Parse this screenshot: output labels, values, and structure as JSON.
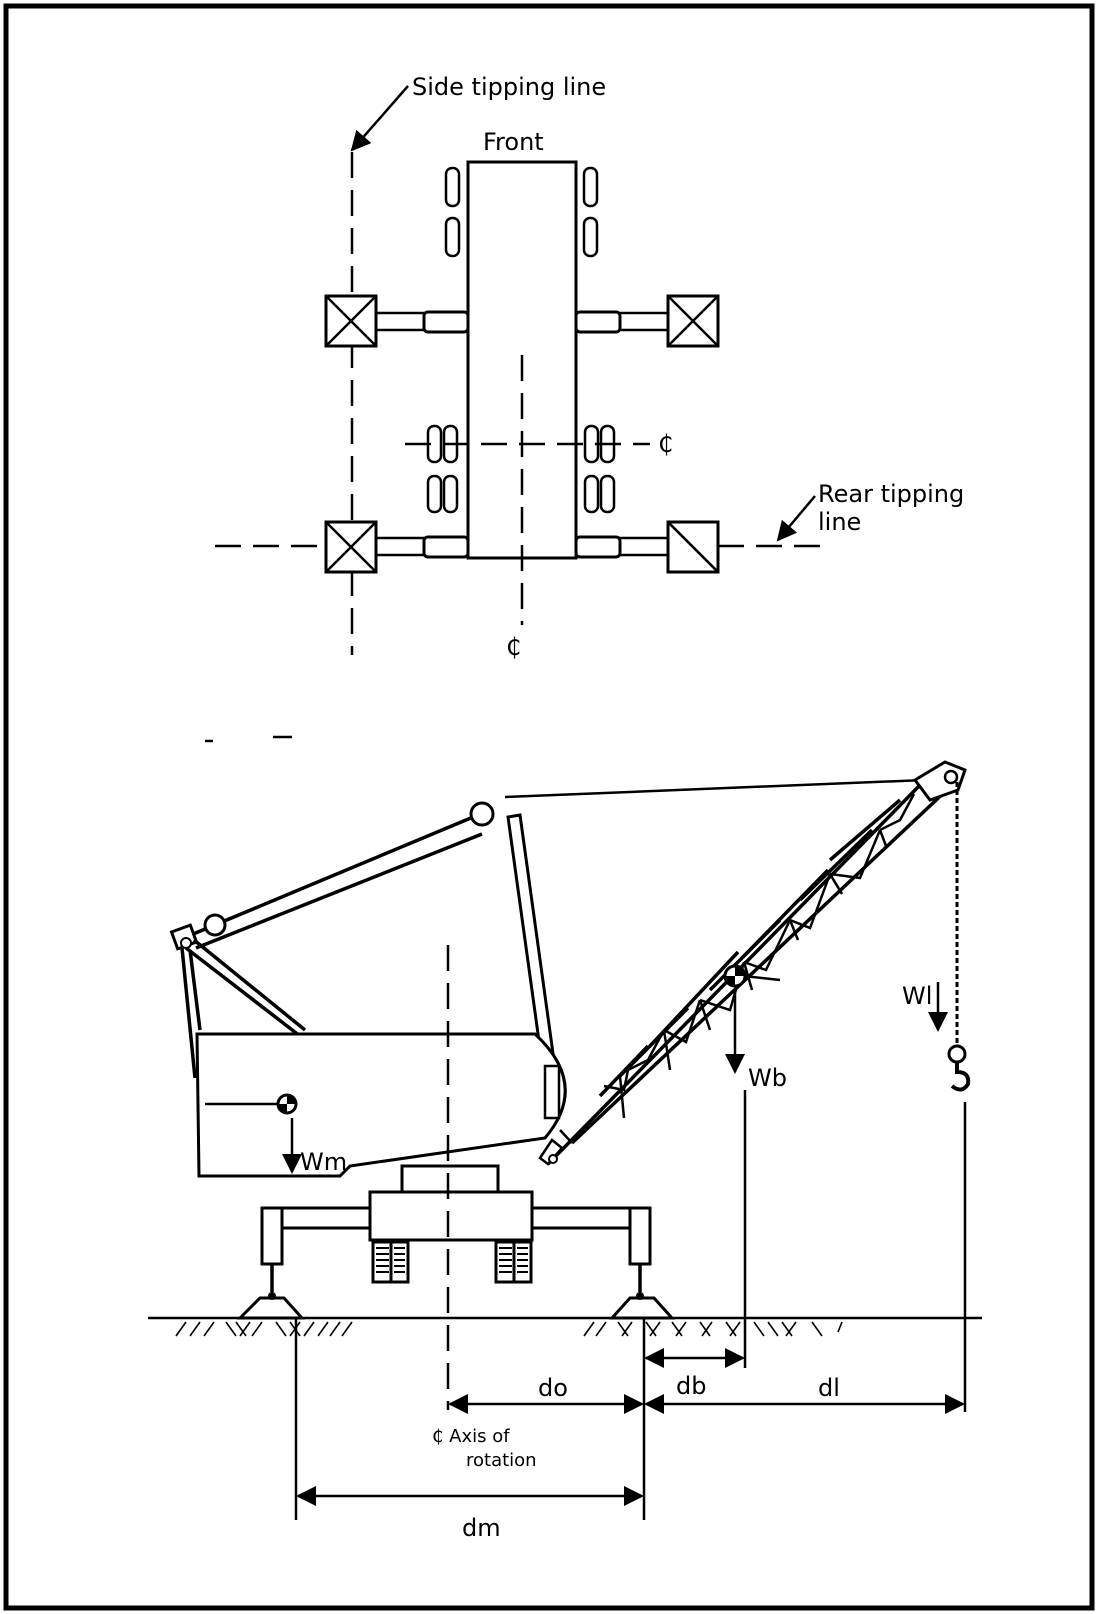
{
  "plan_view": {
    "side_tipping_line": "Side tipping line",
    "front": "Front",
    "rear_tipping_line_1": "Rear tipping",
    "rear_tipping_line_2": "line",
    "centerline_symbol": "₵"
  },
  "elevation_view": {
    "w_m": "Wm",
    "w_b": "Wb",
    "w_l": "Wl",
    "d_b": "db",
    "d_o": "do",
    "d_l": "dl",
    "d_m": "dm",
    "axis_line_1": "₵ Axis of",
    "axis_line_2": "rotation"
  },
  "colors": {
    "ink": "#000000",
    "paper": "#ffffff"
  }
}
